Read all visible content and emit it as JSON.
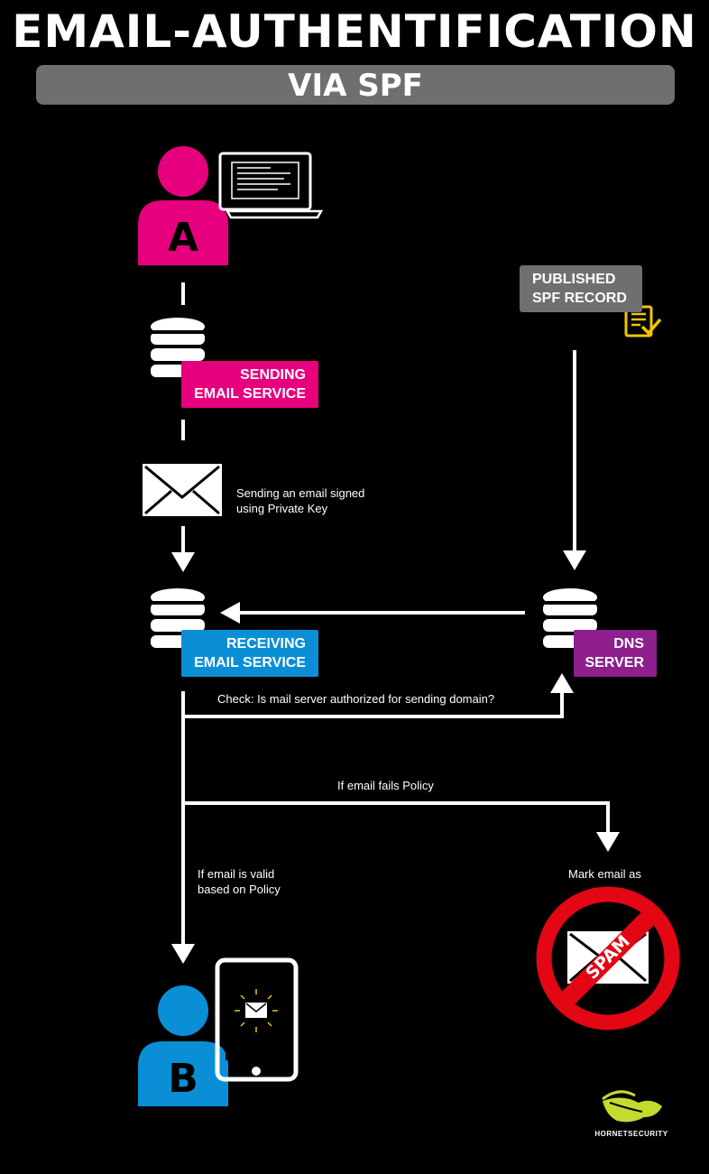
{
  "header": {
    "title": "EMAIL-AUTHENTIFICATION",
    "subtitle": "VIA SPF"
  },
  "sender": {
    "letter": "A"
  },
  "recipient": {
    "letter": "B"
  },
  "nodes": {
    "sending_service": {
      "line1": "SENDING",
      "line2": "EMAIL SERVICE",
      "color": "#e6007e"
    },
    "receiving_service": {
      "line1": "RECEIVING",
      "line2": "EMAIL SERVICE",
      "color": "#0a8fd6"
    },
    "dns_server": {
      "line1": "DNS",
      "line2": "SERVER",
      "color": "#8e1f8c"
    },
    "spf_record": {
      "line1": "PUBLISHED",
      "line2": "SPF RECORD",
      "color": "#6f6f6f"
    }
  },
  "notes": {
    "send_line1": "Sending an email signed",
    "send_line2": "using Private Key",
    "check": "Check: Is mail server authorized for sending domain?",
    "fails": "If email fails Policy",
    "valid_line1": "If email is valid",
    "valid_line2": "based on Policy",
    "mark": "Mark email as"
  },
  "spam_label": "SPAM",
  "brand": {
    "name": "HORNETSECURITY",
    "color": "#c6d92e"
  },
  "colors": {
    "person_a": "#e6007e",
    "person_b": "#0a8fd6",
    "spam_red": "#e30613",
    "doc_yellow": "#f5c400"
  }
}
